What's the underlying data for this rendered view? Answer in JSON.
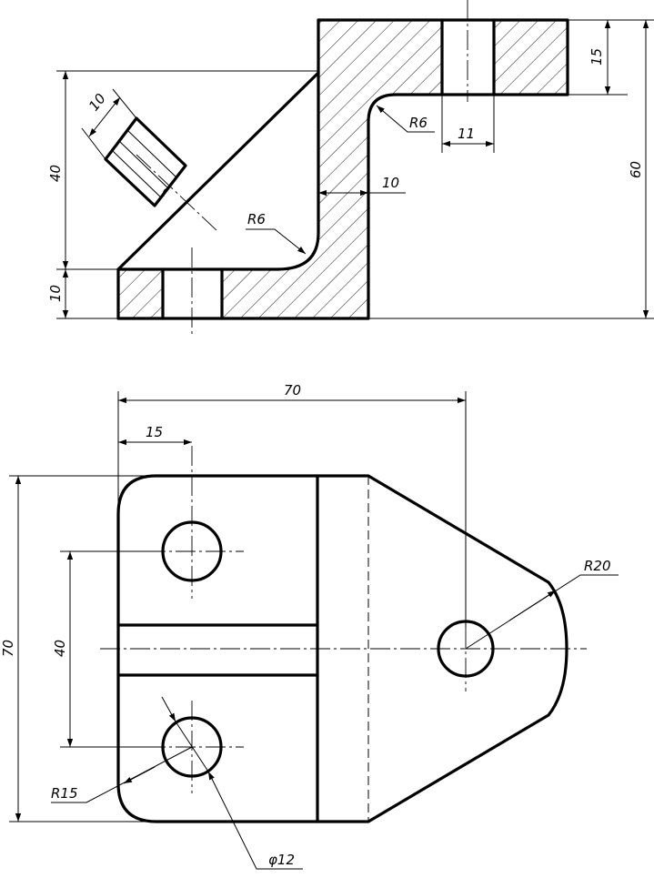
{
  "section_view": {
    "dims": {
      "top_height": "15",
      "slot_width": "11",
      "inner_fillet": "R6",
      "wall_thickness": "10",
      "lower_fillet": "R6",
      "total_height": "60",
      "rib_height": "40",
      "base_thickness": "10",
      "aux_width": "10"
    }
  },
  "plan_view": {
    "dims": {
      "overall_width": "70",
      "hole_offset": "15",
      "overall_depth": "70",
      "hole_spacing": "40",
      "end_radius": "R20",
      "corner_radius": "R15",
      "hole_diameter": "φ12"
    }
  },
  "colors": {
    "line": "#000000",
    "background": "#ffffff"
  }
}
